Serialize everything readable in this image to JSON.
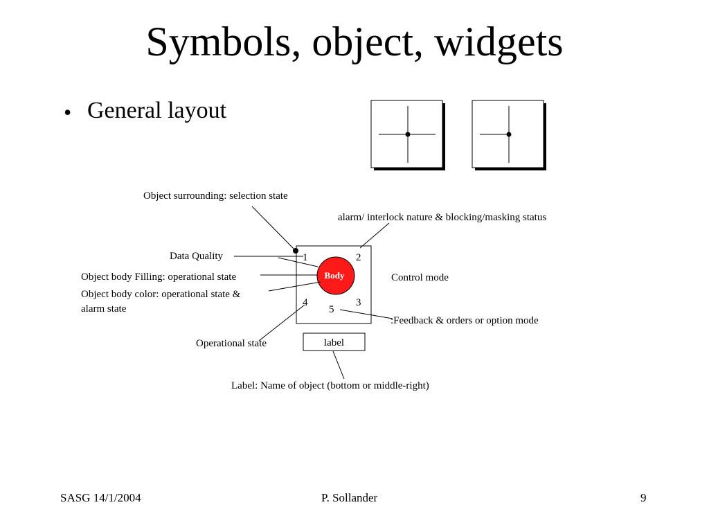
{
  "slide": {
    "title": "Symbols, object, widgets",
    "bullet": "•",
    "bullet_text": "General layout"
  },
  "diagram": {
    "labels": {
      "object_surrounding": "Object surrounding: selection state",
      "alarm_interlock": "alarm/ interlock nature & blocking/masking  status",
      "data_quality": "Data Quality",
      "body_filling": "Object body Filling: operational state",
      "body_color_line1": "Object body color: operational state &",
      "body_color_line2": "alarm state",
      "control_mode": "Control mode",
      "feedback": ":Feedback & orders or option mode",
      "operational_state": "Operational state",
      "label_desc": "Label: Name of object (bottom or middle-right)"
    },
    "body_text": "Body",
    "label_box_text": "label",
    "corners": [
      "1",
      "2",
      "3",
      "4",
      "5"
    ],
    "body_color": "#ff1a1a"
  },
  "footer": {
    "left": "SASG 14/1/2004",
    "center": "P. Sollander",
    "right": "9"
  }
}
